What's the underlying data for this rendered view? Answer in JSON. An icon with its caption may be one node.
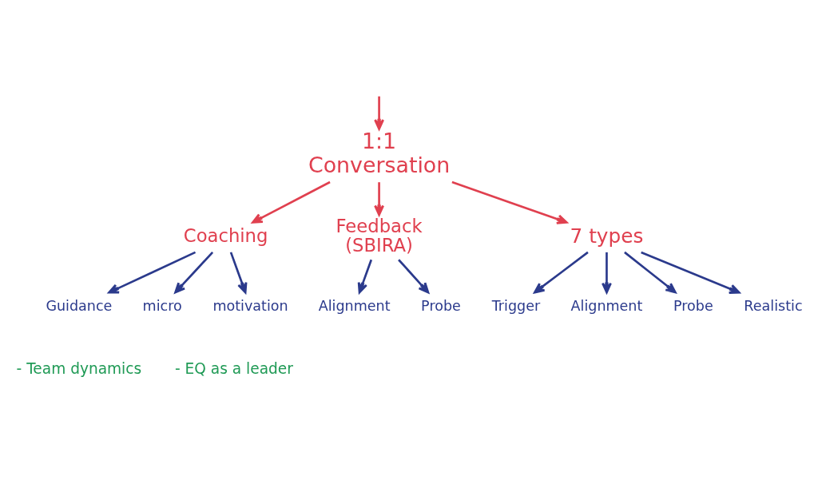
{
  "diagram": {
    "nodes": [
      {
        "text": [
          "1:1",
          "Conversation"
        ]
      },
      {
        "text": [
          "Coaching"
        ]
      },
      {
        "text": [
          "Guidance"
        ]
      },
      {
        "text": [
          "micro"
        ]
      },
      {
        "text": [
          "motivation"
        ]
      },
      {
        "text": [
          "Feedback",
          "(SBIRA)"
        ]
      },
      {
        "text": [
          "Alignment"
        ]
      },
      {
        "text": [
          "Probe"
        ]
      },
      {
        "text": [
          "7 types"
        ]
      },
      {
        "text": [
          "Trigger"
        ]
      },
      {
        "text": [
          "Alignment"
        ]
      },
      {
        "text": [
          "Probe"
        ]
      },
      {
        "text": [
          "Realistic"
        ]
      }
    ],
    "edges": [
      {
        "from": null,
        "to": 0,
        "arrow": "to",
        "color": "#e0404f"
      },
      {
        "from": 0,
        "to": 1,
        "arrow": "to",
        "color": "#e0404f"
      },
      {
        "from": 0,
        "to": 8,
        "arrow": "to",
        "color": "#e0404f"
      },
      {
        "from": 0,
        "to": 5,
        "arrow": "to",
        "color": "#e0404f"
      },
      {
        "from": 1,
        "to": 2,
        "arrow": "to"
      },
      {
        "from": 1,
        "to": 3,
        "arrow": "to"
      },
      {
        "from": 1,
        "to": 4,
        "arrow": "to"
      },
      {
        "from": 5,
        "to": 6,
        "arrow": "to"
      },
      {
        "from": 5,
        "to": 7,
        "arrow": "to"
      },
      {
        "from": 8,
        "to": 9,
        "arrow": "to"
      },
      {
        "from": 8,
        "to": 10,
        "arrow": "to"
      },
      {
        "from": 8,
        "to": 11,
        "arrow": "to"
      },
      {
        "from": 8,
        "to": 12,
        "arrow": "to"
      }
    ],
    "labels": [
      "- Team dynamics",
      "- EQ as a leader"
    ]
  }
}
